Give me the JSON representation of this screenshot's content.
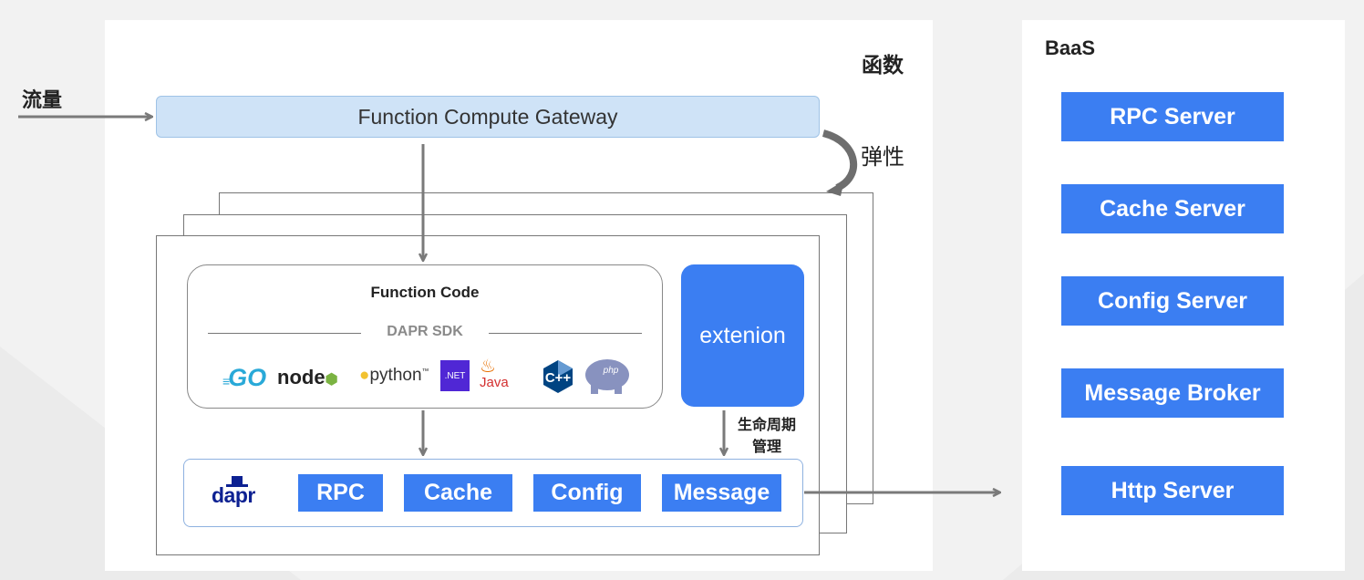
{
  "labels": {
    "traffic": "流量",
    "function_title": "函数",
    "elasticity": "弹性",
    "lifecycle_line1": "生命周期",
    "lifecycle_line2": "管理",
    "baas_title": "BaaS"
  },
  "gateway": {
    "label": "Function Compute Gateway"
  },
  "function_code": {
    "title": "Function Code",
    "sdk_label": "DAPR SDK",
    "languages": [
      "GO",
      "node",
      "python",
      ".NET",
      "Java",
      "C++",
      "php"
    ]
  },
  "extension": {
    "label": "extenion"
  },
  "dapr": {
    "logo": "dapr",
    "components": [
      "RPC",
      "Cache",
      "Config",
      "Message"
    ]
  },
  "baas": {
    "servers": [
      "RPC Server",
      "Cache Server",
      "Config Server",
      "Message Broker",
      "Http Server"
    ]
  },
  "colors": {
    "accent_blue": "#3b7ef2",
    "gateway_fill": "#cfe3f7",
    "arrow_gray": "#7a7a7a",
    "dapr_navy": "#0d2192"
  }
}
